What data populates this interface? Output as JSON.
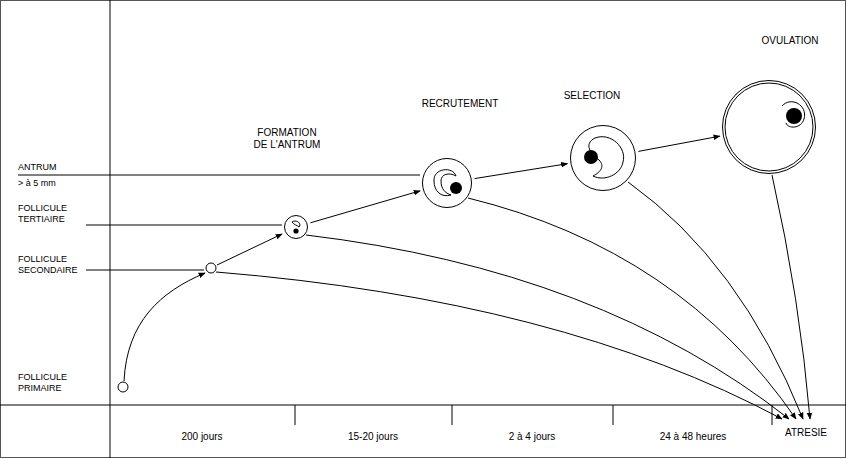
{
  "diagram": {
    "nodes": [
      {
        "text": [
          "FORMATION DE L'ANTRUM"
        ]
      },
      {
        "text": [
          "RECRUTEMENT"
        ]
      },
      {
        "text": [
          "SELECTION"
        ]
      },
      {
        "text": [
          "OVULATION"
        ]
      }
    ],
    "edges": [
      {
        "from": 0,
        "to": 1,
        "arrow": "to"
      },
      {
        "from": 1,
        "to": 2,
        "arrow": "to"
      },
      {
        "from": 2,
        "to": 3,
        "arrow": "to"
      }
    ],
    "labels": [
      "ANTRUM",
      "> à 5 mm",
      "FOLLICULE TERTIAIRE",
      "FOLLICULE SECONDAIRE",
      "FOLLICULE PRIMAIRE",
      "200 jours",
      "15-20 jours",
      "2 à 4 jours",
      "24 à 48 heures",
      "ATRESIE"
    ]
  }
}
